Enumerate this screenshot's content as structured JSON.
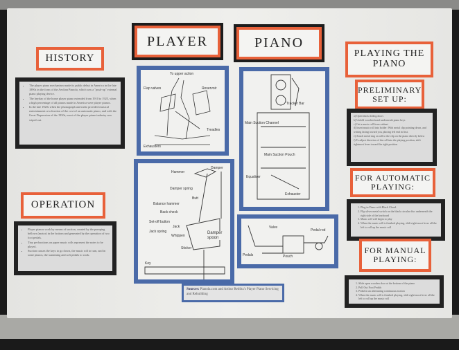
{
  "title": {
    "word1": "PLAYER",
    "word2": "PIANO"
  },
  "history": {
    "label": "HISTORY",
    "items": [
      "The player piano mechanism made its public debut in America in the late 1890s in the form of the Aeolian Pianola, which was a \"push-up\" external piano playing device.",
      "The heyday of the home player piano extended from 1910 to 1925, when a high percentage of all pianos made in America were player pianos.",
      "In the late 1920s when the phonograph and radio provided musical entertainment at a fraction of the cost of an automatic piano, and with the Great Depression of the 1930s, most of the player piano industry was wiped out."
    ]
  },
  "operation": {
    "label": "OPERATION",
    "items": [
      "Player pianos work by means of suction, created by the pumping bellows (motor) in the bottom and generated by the operation of two foot pedals.",
      "Tiny perforations on paper music rolls represent the notes to be played.",
      "Suction causes the keys to go down, the music roll to turn, and in some pianos, the sustaining and soft pedals to work."
    ]
  },
  "diagram1": {
    "labels": [
      "To upper action",
      "Flap valves",
      "Reservoir",
      "Treadles",
      "Exhausters"
    ]
  },
  "diagram2": {
    "labels": [
      "Hammer",
      "Damper",
      "Damper spring",
      "Butt",
      "Balance hammer",
      "Back check",
      "Set-off button",
      "Jack",
      "Jack spring",
      "Whippen",
      "Damper spoon",
      "Sticker",
      "Key"
    ]
  },
  "diagram3": {
    "labels": [
      "Tracker Bar",
      "Main Suction Channel",
      "Main Suction Pouch",
      "Equaliser",
      "Exhauster"
    ]
  },
  "diagram4": {
    "labels": [
      "Pedals",
      "Pouch",
      "Valve",
      "Pedal rod"
    ]
  },
  "sources": {
    "label": "Sources:",
    "text": "Pianola.com and Arthur Reblitz's Player Piano Servicing and Rebuilding"
  },
  "playing": {
    "label": "PLAYING THE PIANO"
  },
  "preliminary": {
    "label": "PRELIMINARY SET UP:",
    "items": [
      "a) Open black sliding doors",
      "b) Unfold wooden board underneath piano keys",
      "c) Get a music roll from cabinet",
      "d) Insert music roll into holder: With metal clip pointing down, and writing facing toward you, placing left end in first.",
      "e) Attach metal ring on roll to the clip on the piano directly below",
      "f) To adjust direction of the roll into the playing position, shift rightmost lever toward the right position"
    ]
  },
  "automatic": {
    "label": "FOR AUTOMATIC PLAYING:",
    "items": [
      "Plug in Piano with Black Chord.",
      "Flip silver metal switch on the black circular disc underneath the right side of the keyboard",
      "Music roll will begin to play",
      "When the music roll is finished playing, shift right-most lever all the left to roll up the music roll"
    ]
  },
  "manual": {
    "label": "FOR MANUAL PLAYING:",
    "items": [
      "Slide open wooden door at the bottom of the piano",
      "Pull Out Foot Pedals",
      "Pedal in an alternating continuous motion",
      "When the music roll is finished playing, shift right-most lever all the left to roll up the music roll"
    ]
  }
}
